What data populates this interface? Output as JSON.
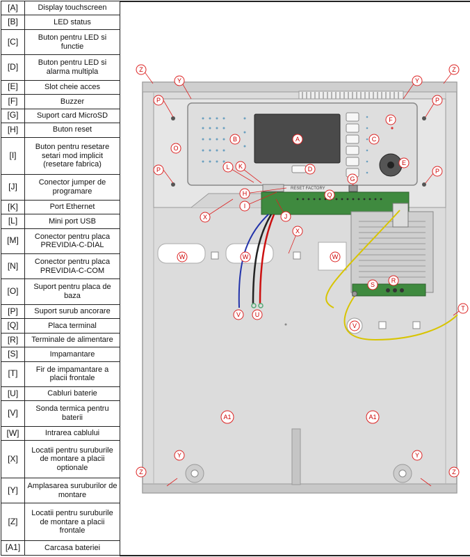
{
  "legend": [
    {
      "code": "[A]",
      "text": "Display touchscreen"
    },
    {
      "code": "[B]",
      "text": "LED status"
    },
    {
      "code": "[C]",
      "text": "Buton pentru LED si functie"
    },
    {
      "code": "[D]",
      "text": "Buton pentru LED si alarma multipla"
    },
    {
      "code": "[E]",
      "text": "Slot cheie acces"
    },
    {
      "code": "[F]",
      "text": "Buzzer"
    },
    {
      "code": "[G]",
      "text": "Suport card MicroSD"
    },
    {
      "code": "[H]",
      "text": "Buton reset"
    },
    {
      "code": "[I]",
      "text": "Buton pentru resetare setari mod implicit (resetare fabrica)"
    },
    {
      "code": "[J]",
      "text": "Conector jumper de programare"
    },
    {
      "code": "[K]",
      "text": "Port Ethernet"
    },
    {
      "code": "[L]",
      "text": "Mini port USB"
    },
    {
      "code": "[M]",
      "text": "Conector pentru placa PREVIDIA-C-DIAL"
    },
    {
      "code": "[N]",
      "text": "Conector pentru placa PREVIDIA-C-COM"
    },
    {
      "code": "[O]",
      "text": "Suport pentru placa de baza"
    },
    {
      "code": "[P]",
      "text": "Suport surub ancorare"
    },
    {
      "code": "[Q]",
      "text": "Placa terminal"
    },
    {
      "code": "[R]",
      "text": "Terminale de alimentare"
    },
    {
      "code": "[S]",
      "text": "Impamantare"
    },
    {
      "code": "[T]",
      "text": "Fir de impamantare a placii frontale"
    },
    {
      "code": "[U]",
      "text": "Cabluri baterie"
    },
    {
      "code": "[V]",
      "text": "Sonda termica pentru baterii"
    },
    {
      "code": "[W]",
      "text": "Intrarea cablului"
    },
    {
      "code": "[X]",
      "text": "Locatii pentru suruburile de montare a placii optionale"
    },
    {
      "code": "[Y]",
      "text": "Amplasarea suruburilor de montare"
    },
    {
      "code": "[Z]",
      "text": "Locatii pentru suruburile de montare a placii frontale"
    },
    {
      "code": "[A1]",
      "text": "Carcasa bateriei"
    }
  ],
  "diagram": {
    "board_text": "RESET FACTORY",
    "markers": {
      "Z": "Z",
      "Y": "Y",
      "P": "P",
      "O": "O",
      "A": "A",
      "B": "B",
      "C": "C",
      "D": "D",
      "E": "E",
      "F": "F",
      "G": "G",
      "H": "H",
      "I": "I",
      "J": "J",
      "K": "K",
      "L": "L",
      "Q": "Q",
      "R": "R",
      "S": "S",
      "T": "T",
      "U": "U",
      "V": "V",
      "W": "W",
      "X": "X",
      "A1": "A1"
    }
  }
}
